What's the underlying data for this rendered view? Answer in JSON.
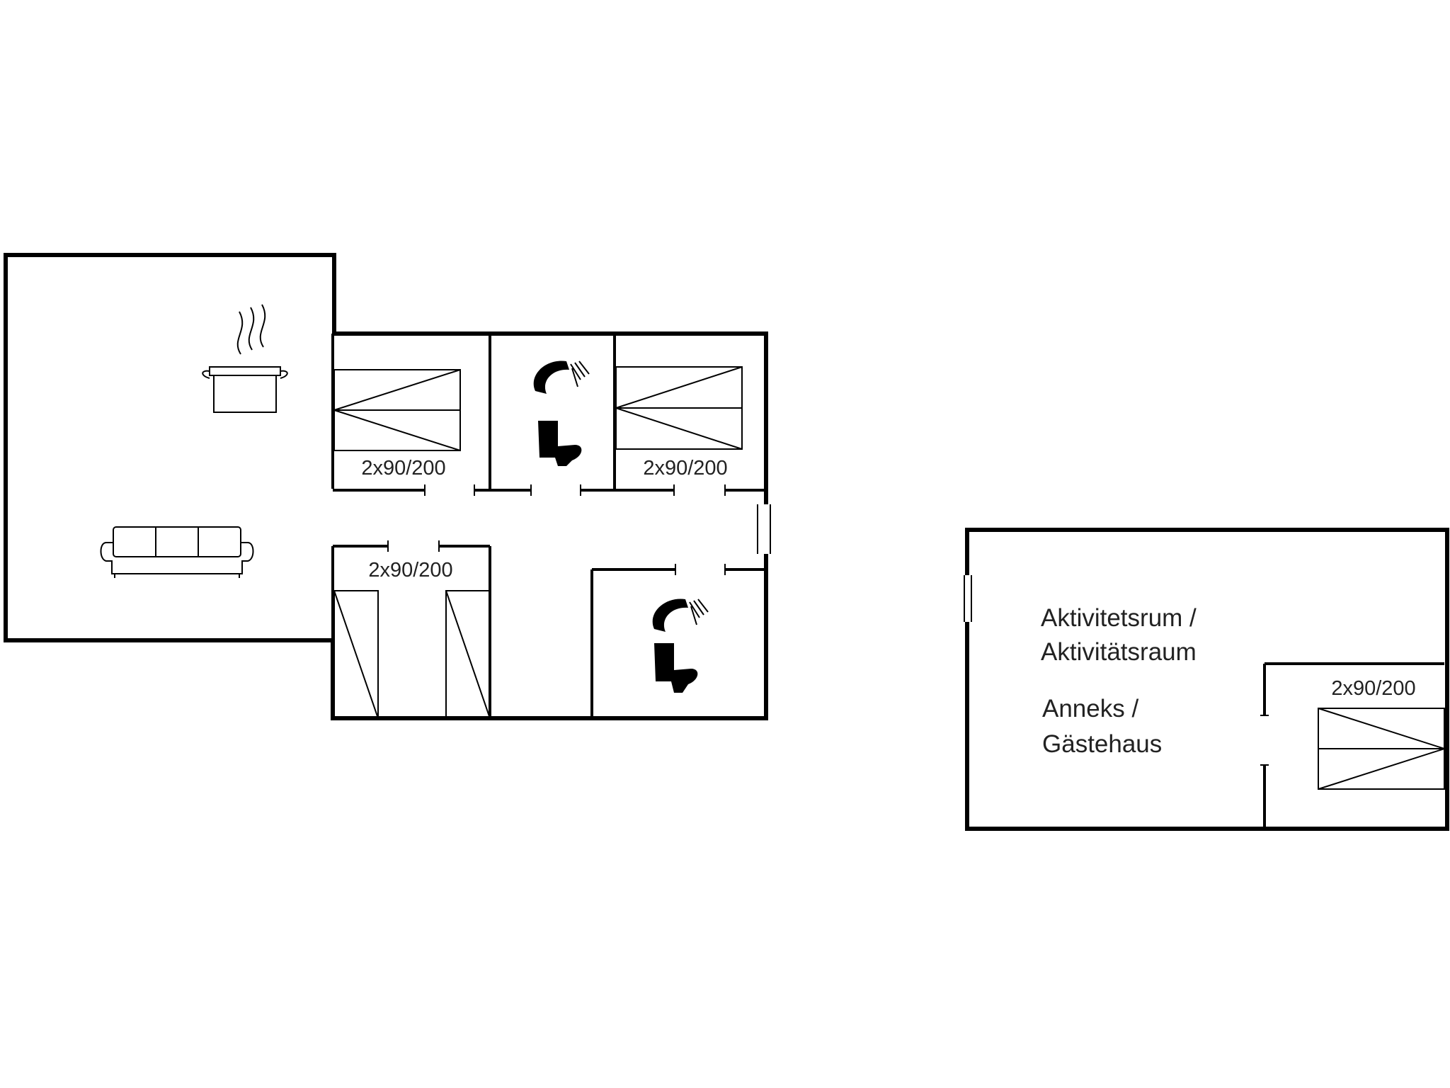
{
  "main_house": {
    "bed_1": "2x90/200",
    "bed_2": "2x90/200",
    "bed_3": "2x90/200"
  },
  "annex": {
    "room_line1": "Aktivitetsrum /",
    "room_line2": "Aktivitätsraum",
    "annex_line1": "Anneks /",
    "annex_line2": "Gästehaus",
    "bed": "2x90/200"
  }
}
